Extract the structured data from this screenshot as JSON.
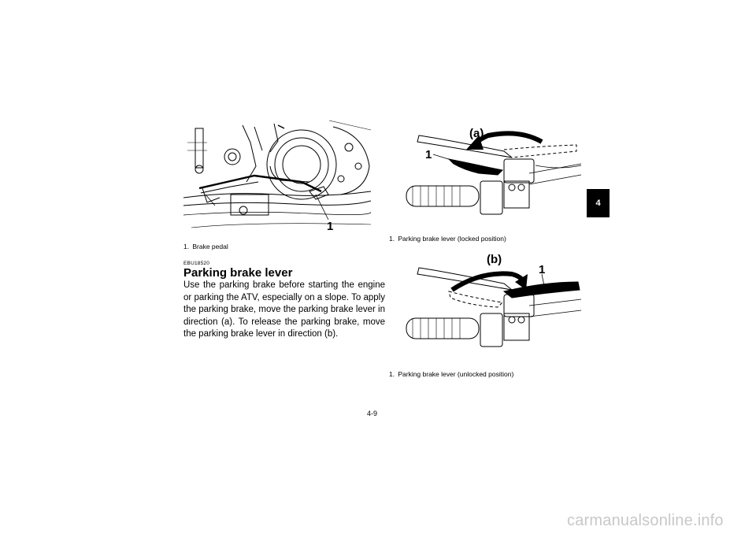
{
  "left": {
    "figure": {
      "callout": "1"
    },
    "caption": "1. Brake pedal",
    "section_code": "EBU18520",
    "heading": "Parking brake lever",
    "body": "Use the parking brake before starting the engine or parking the ATV, especially on a slope. To apply the parking brake, move the parking brake lever in direction (a). To release the parking brake, move the parking brake lever in direction (b)."
  },
  "right": {
    "figure_a": {
      "direction_label": "(a)",
      "callout": "1",
      "arrow_icon": "counterclockwise-arrow-icon"
    },
    "caption_a": "1. Parking brake lever (locked position)",
    "figure_b": {
      "direction_label": "(b)",
      "callout": "1",
      "arrow_icon": "clockwise-arrow-icon"
    },
    "caption_b": "1. Parking brake lever (unlocked position)"
  },
  "page_number": "4-9",
  "chapter_tab": "4",
  "footer": "carmanualsonline.info",
  "colors": {
    "tab_bg": "#000000",
    "tab_text": "#ffffff",
    "footer_text": "#c8c8c8"
  }
}
